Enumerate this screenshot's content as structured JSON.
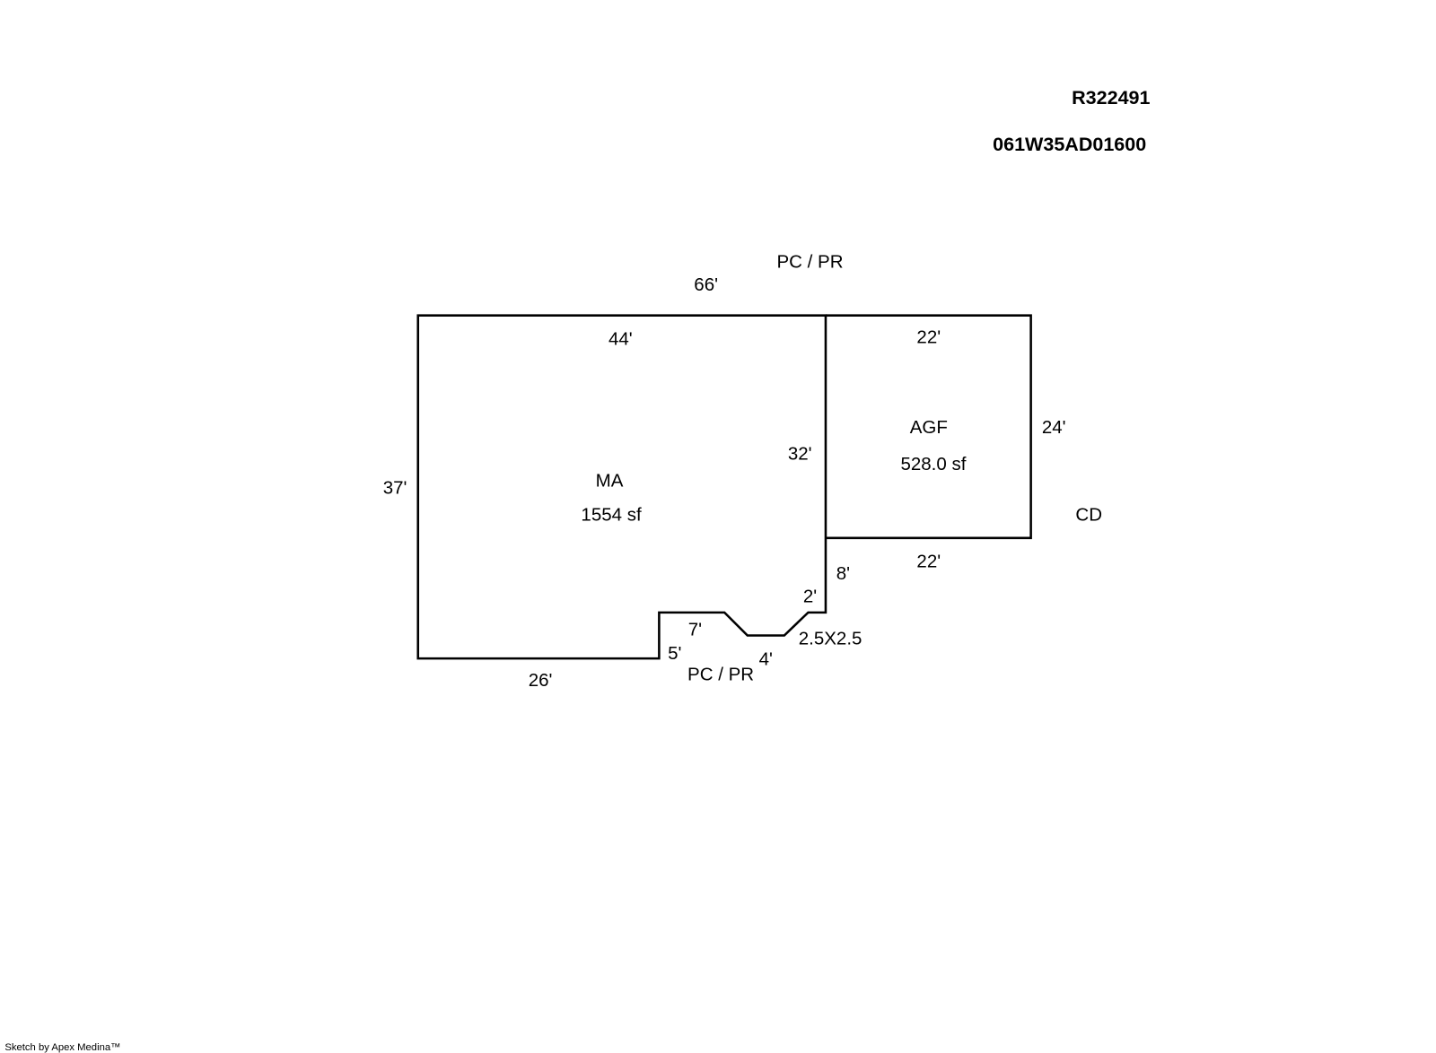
{
  "header": {
    "parcel_id": "R322491",
    "map_tax_lot": "061W35AD01600"
  },
  "areas": {
    "main": {
      "code": "MA",
      "area": "1554 sf"
    },
    "garage": {
      "code": "AGF",
      "area": "528.0 sf"
    },
    "deck_code": "CD",
    "porch_top": "PC / PR",
    "porch_bottom": "PC / PR"
  },
  "dimensions": {
    "overall_top": "66'",
    "ma_top": "44'",
    "ma_left": "37'",
    "ma_right": "32'",
    "ma_bottom": "26'",
    "agf_top": "22'",
    "agf_right": "24'",
    "agf_bottom": "22'",
    "step_8": "8'",
    "step_2": "2'",
    "step_7": "7'",
    "step_5": "5'",
    "step_4": "4'",
    "step_diag": "2.5X2.5"
  },
  "footer": {
    "credit": "Sketch by Apex Medina™"
  },
  "colors": {
    "line": "#000000",
    "background": "#ffffff"
  }
}
